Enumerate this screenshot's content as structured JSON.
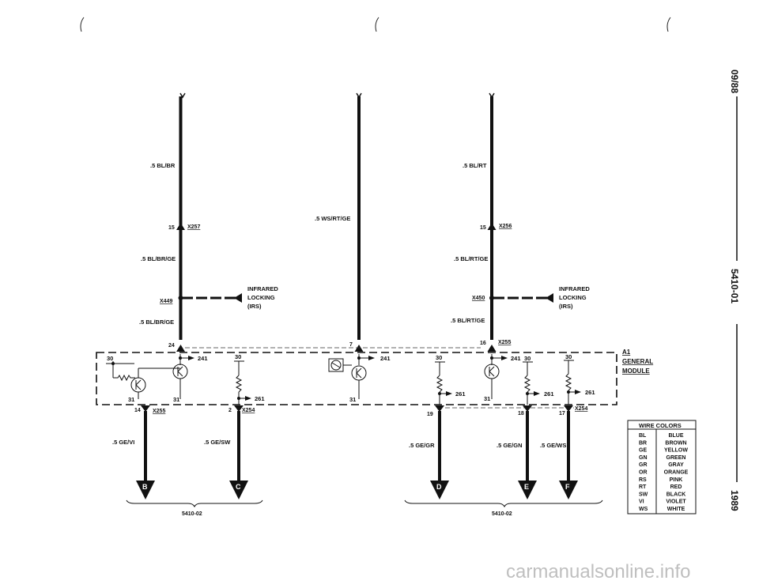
{
  "wires": {
    "left_top": ".5 BL/BR",
    "left_mid": ".5 BL/BR/GE",
    "left_low": ".5 BL/BR/GE",
    "center": ".5 WS/RT/GE",
    "right_top": ".5 BL/RT",
    "right_mid": ".5 BL/RT/GE",
    "right_low": ".5 BL/RT/GE",
    "out_b": ".5 GE/VI",
    "out_c": ".5 GE/SW",
    "out_d": ".5 GE/GR",
    "out_e": ".5 GE/GN",
    "out_f": ".5 GE/WS"
  },
  "connectors": {
    "x257": "X257",
    "x256": "X256",
    "x449": "X449",
    "x450": "X450",
    "x255_top": "X255",
    "x255_bottom": "X255",
    "x254_c": "X254",
    "x254_f": "X254"
  },
  "pins": {
    "p15_left": "15",
    "p15_right": "15",
    "p24": "24",
    "p7": "7",
    "p16": "16",
    "p14": "14",
    "p2": "2",
    "p19": "19",
    "p18": "18",
    "p17": "17"
  },
  "terminals": {
    "t30_1": "30",
    "t30_2": "30",
    "t30_3": "30",
    "t30_4": "30",
    "t30_5": "30",
    "t241_1": "241",
    "t241_2": "241",
    "t241_3": "241",
    "t261_1": "261",
    "t261_2": "261",
    "t261_3": "261",
    "t261_4": "261",
    "t31_1": "31",
    "t31_2": "31",
    "t31_3": "31",
    "t31_4": "31"
  },
  "irs": {
    "left_line1": "INFRARED",
    "left_line2": "LOCKING",
    "left_line3": "(IRS)",
    "right_line1": "INFRARED",
    "right_line2": "LOCKING",
    "right_line3": "(IRS)"
  },
  "module": {
    "line1": "A1",
    "line2": "GENERAL",
    "line3": "MODULE"
  },
  "destinations": {
    "b": "B",
    "c": "C",
    "d": "D",
    "e": "E",
    "f": "F"
  },
  "refs": {
    "left": "5410-02",
    "right": "5410-02"
  },
  "side": {
    "date": "09/88",
    "page": "5410-01",
    "year": "1989"
  },
  "wire_colors": {
    "title": "WIRE COLORS",
    "rows": [
      {
        "code": "BL",
        "name": "BLUE"
      },
      {
        "code": "BR",
        "name": "BROWN"
      },
      {
        "code": "GE",
        "name": "YELLOW"
      },
      {
        "code": "GN",
        "name": "GREEN"
      },
      {
        "code": "GR",
        "name": "GRAY"
      },
      {
        "code": "OR",
        "name": "ORANGE"
      },
      {
        "code": "RS",
        "name": "PINK"
      },
      {
        "code": "RT",
        "name": "RED"
      },
      {
        "code": "SW",
        "name": "BLACK"
      },
      {
        "code": "VI",
        "name": "VIOLET"
      },
      {
        "code": "WS",
        "name": "WHITE"
      }
    ]
  },
  "footer": {
    "watermark": "carmanualsonline.info"
  }
}
